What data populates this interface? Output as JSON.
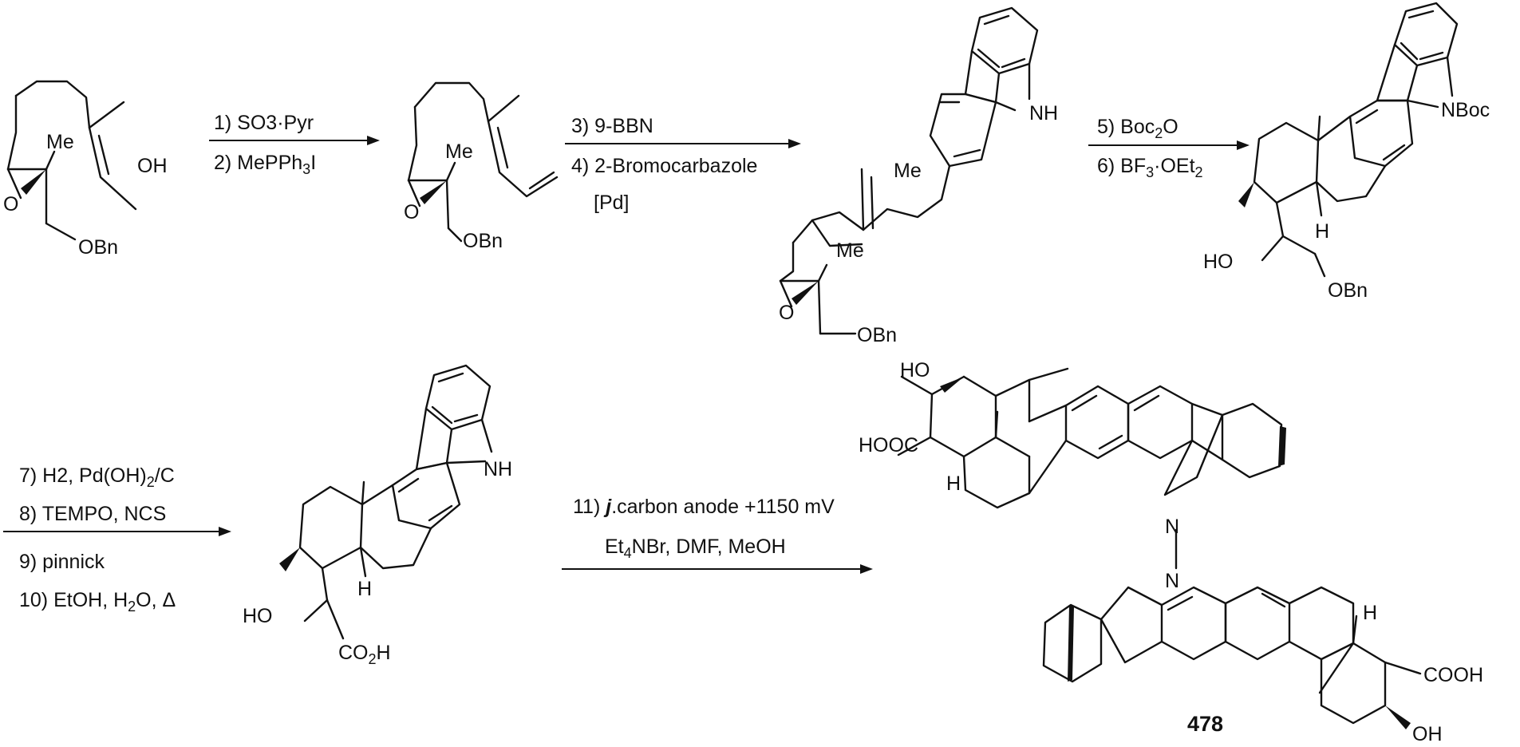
{
  "steps": [
    {
      "lines": [
        "1) SO3·Pyr",
        "2) MePPh3I"
      ]
    },
    {
      "lines": [
        "3) 9-BBN",
        "4) 2-Bromocarbazole",
        "[Pd]"
      ]
    },
    {
      "lines": [
        "5) Boc2O",
        "6) BF3·OEt2"
      ]
    },
    {
      "lines": [
        "7) H2, Pd(OH)2/C",
        "8) TEMPO, NCS",
        "9) pinnick",
        "10) EtOH, H2O, Δ"
      ]
    },
    {
      "lines": [
        "11) j.carbon anode +1150 mV",
        "Et4NBr, DMF, MeOH"
      ]
    }
  ],
  "labels": {
    "oh": "OH",
    "ho": "HO",
    "me": "Me",
    "o": "O",
    "obn": "OBn",
    "nh": "NH",
    "n": "N",
    "nboc": "NBoc",
    "h": "H",
    "co2h": "CO2H",
    "hooc": "HOOC",
    "cooh": "COOH"
  },
  "compound_label": "478"
}
